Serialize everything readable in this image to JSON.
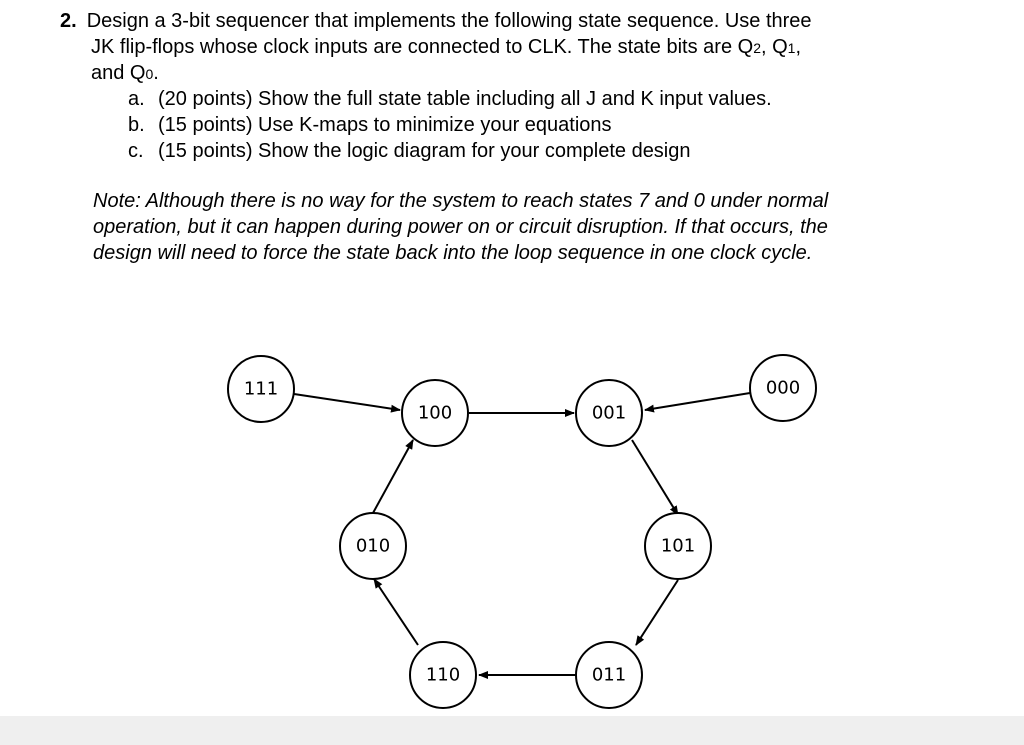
{
  "problem": {
    "number": "2.",
    "line1": "Design a 3-bit sequencer that implements the following state sequence.  Use three",
    "line2_a": "JK flip-flops whose clock inputs are connected to CLK.  The state bits are Q",
    "line2_sub2": "2",
    "line2_b": ", Q",
    "line2_sub1": "1",
    "line2_c": ",",
    "line3_a": "and Q",
    "line3_sub0": "0",
    "line3_b": ".",
    "parts": [
      {
        "letter": "a.",
        "text": "(20 points) Show the full state table including all J and K input values."
      },
      {
        "letter": "b.",
        "text": "(15 points)  Use K-maps to minimize your equations"
      },
      {
        "letter": "c.",
        "text": "(15 points)  Show the logic diagram for your complete design"
      }
    ]
  },
  "note": {
    "line1": "Note: Although there is no way for the system to reach states 7 and 0 under normal",
    "line2": "operation, but it can happen during power on or circuit disruption.  If that occurs, the",
    "line3": "design will need to force the state back into the loop sequence in one clock cycle."
  },
  "diagram": {
    "states": {
      "s111": "111",
      "s000": "000",
      "s100": "100",
      "s001": "001",
      "s010": "010",
      "s101": "101",
      "s110": "110",
      "s011": "011"
    },
    "transitions": [
      {
        "from": "111",
        "to": "100"
      },
      {
        "from": "000",
        "to": "001"
      },
      {
        "from": "100",
        "to": "001"
      },
      {
        "from": "001",
        "to": "101"
      },
      {
        "from": "101",
        "to": "011"
      },
      {
        "from": "011",
        "to": "110"
      },
      {
        "from": "110",
        "to": "010"
      },
      {
        "from": "010",
        "to": "100"
      }
    ]
  }
}
